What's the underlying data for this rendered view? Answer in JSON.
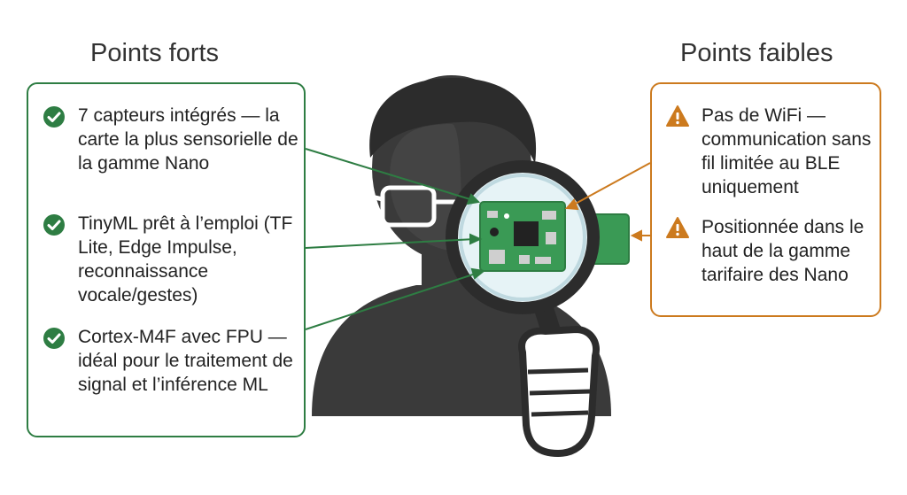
{
  "strengths": {
    "title": "Points forts",
    "color": "#2e7d43",
    "items": [
      {
        "icon": "check-circle-icon",
        "text": "7 capteurs intégrés — la carte la plus sensorielle de la gamme Nano"
      },
      {
        "icon": "check-circle-icon",
        "text": "TinyML prêt à l’emploi (TF Lite, Edge Impulse, reconnaissance vocale/gestes)"
      },
      {
        "icon": "check-circle-icon",
        "text": "Cortex-M4F avec FPU — idéal pour le traitement de signal et l’inférence ML"
      }
    ]
  },
  "weaknesses": {
    "title": "Points faibles",
    "color": "#cc7a1e",
    "items": [
      {
        "icon": "warning-triangle-icon",
        "text": "Pas de WiFi — communication sans fil limitée au BLE uniquement"
      },
      {
        "icon": "warning-triangle-icon",
        "text": "Positionnée dans le haut de la gamme tarifaire des Nano"
      }
    ]
  },
  "illustration": {
    "subject": "person-with-magnifying-glass",
    "object": "circuit-board-chip",
    "colors": {
      "figure": "#3a3a3a",
      "board": "#3a9a55",
      "lens": "#e6f3f6"
    }
  }
}
